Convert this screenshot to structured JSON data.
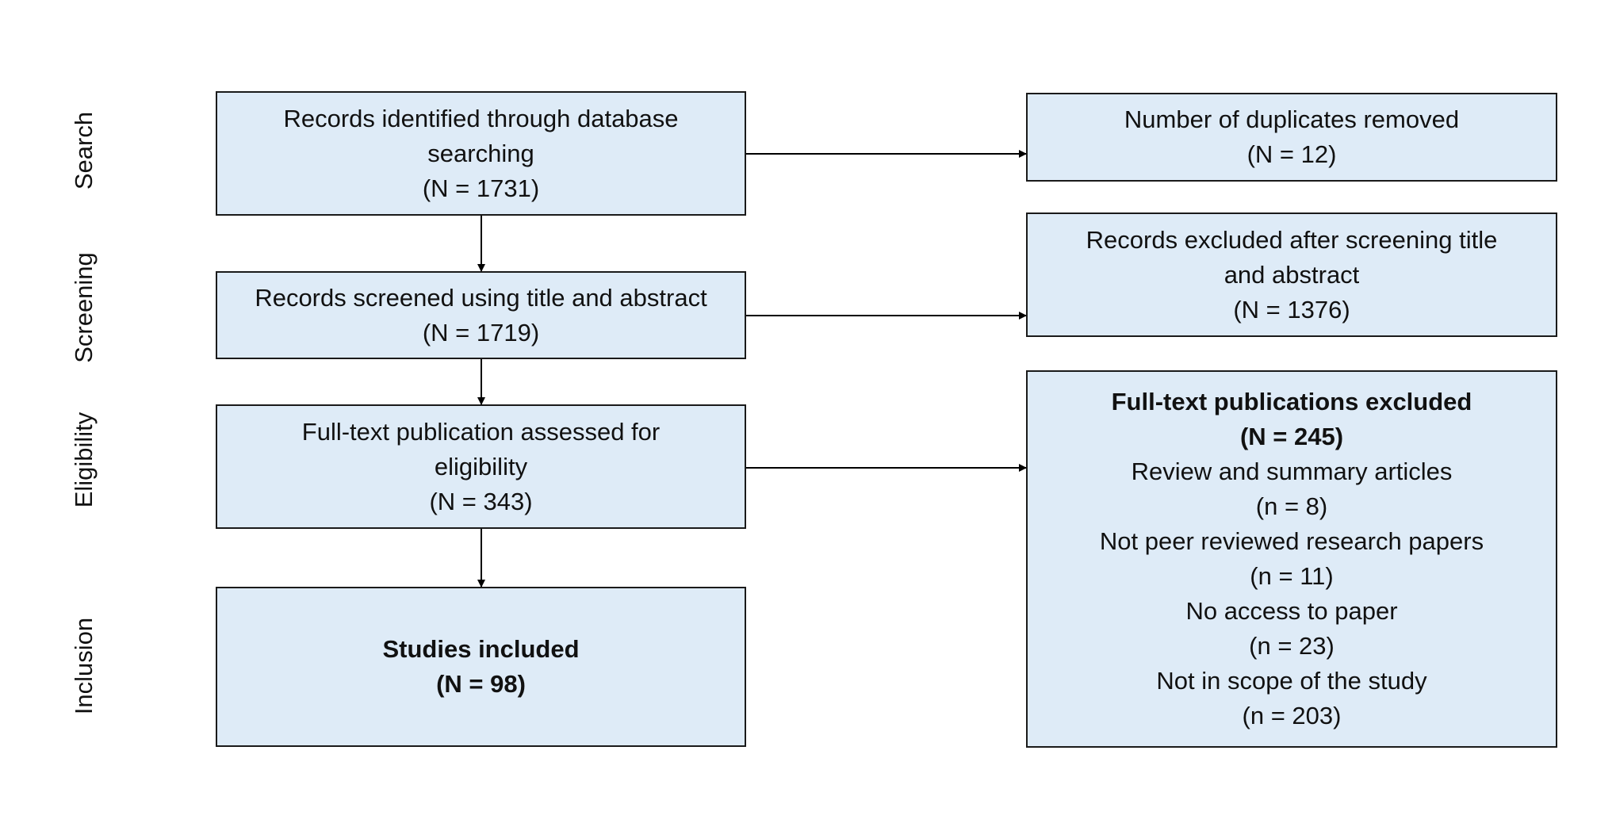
{
  "stages": {
    "search": "Search",
    "screening": "Screening",
    "eligibility": "Eligibility",
    "inclusion": "Inclusion"
  },
  "boxes": {
    "identified": {
      "line1": "Records identified through database",
      "line2": "searching",
      "count": "(N = 1731)"
    },
    "screened": {
      "line1": "Records screened using title and abstract",
      "count": "(N = 1719)"
    },
    "assessed": {
      "line1": "Full-text publication assessed for",
      "line2": "eligibility",
      "count": "(N = 343)"
    },
    "included": {
      "line1": "Studies included",
      "count": "(N = 98)"
    },
    "duplicates": {
      "line1": "Number of duplicates removed",
      "count": "(N = 12)"
    },
    "excluded_screening": {
      "line1": "Records excluded after screening title",
      "line2": "and abstract",
      "count": "(N = 1376)"
    },
    "excluded_fulltext": {
      "title": "Full-text publications excluded",
      "count": "(N = 245)",
      "reasons": [
        {
          "label": "Review and summary articles",
          "count": "(n = 8)"
        },
        {
          "label": "Not peer reviewed research papers",
          "count": "(n = 11)"
        },
        {
          "label": "No access to paper",
          "count": "(n = 23)"
        },
        {
          "label": "Not in scope of the study",
          "count": "(n = 203)"
        }
      ]
    }
  },
  "colors": {
    "box_fill": "#deebf7",
    "box_border": "#1a1a1a",
    "arrow": "#000000"
  }
}
